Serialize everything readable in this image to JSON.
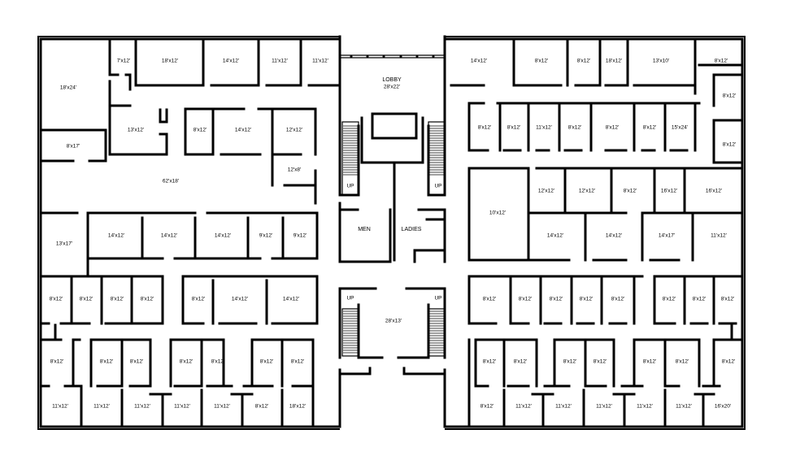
{
  "plan": {
    "lobby": {
      "name": "LOBBY",
      "size": "28'x22'"
    },
    "men": "MEN",
    "ladies": "LADIES",
    "up": "UP",
    "rooms": [
      {
        "id": "r1",
        "label": "18'x24'"
      },
      {
        "id": "r2",
        "label": "7'x12'"
      },
      {
        "id": "r3",
        "label": "18'x12'"
      },
      {
        "id": "r4",
        "label": "14'x12'"
      },
      {
        "id": "r5",
        "label": "11'x12'"
      },
      {
        "id": "r6",
        "label": "11'x12'"
      },
      {
        "id": "r7",
        "label": "13'x12'"
      },
      {
        "id": "r8",
        "label": "8'x17'"
      },
      {
        "id": "r9",
        "label": "8'x12'"
      },
      {
        "id": "r10",
        "label": "14'x12'"
      },
      {
        "id": "r11",
        "label": "12'x12'"
      },
      {
        "id": "r12",
        "label": "12'x8'"
      },
      {
        "id": "r13",
        "label": "62'x18'"
      },
      {
        "id": "r14",
        "label": "13'x17'"
      },
      {
        "id": "r15",
        "label": "14'x12'"
      },
      {
        "id": "r16",
        "label": "14'x12'"
      },
      {
        "id": "r17",
        "label": "14'x12'"
      },
      {
        "id": "r18",
        "label": "9'x12'"
      },
      {
        "id": "r19",
        "label": "9'x12'"
      },
      {
        "id": "r20",
        "label": "8'x12'"
      },
      {
        "id": "r21",
        "label": "8'x12'"
      },
      {
        "id": "r22",
        "label": "8'x12'"
      },
      {
        "id": "r23",
        "label": "8'x12'"
      },
      {
        "id": "r24",
        "label": "8'x12'"
      },
      {
        "id": "r25",
        "label": "14'x12'"
      },
      {
        "id": "r26",
        "label": "14'x12'"
      },
      {
        "id": "r27",
        "label": "8'x12'"
      },
      {
        "id": "r28",
        "label": "8'x12'"
      },
      {
        "id": "r29",
        "label": "8'x12'"
      },
      {
        "id": "r30",
        "label": "8'x12'"
      },
      {
        "id": "r31",
        "label": "8'x12'"
      },
      {
        "id": "r32",
        "label": "8'x12'"
      },
      {
        "id": "r33",
        "label": "8'x12'"
      },
      {
        "id": "r34",
        "label": "11'x12'"
      },
      {
        "id": "r35",
        "label": "11'x12'"
      },
      {
        "id": "r36",
        "label": "11'x12'"
      },
      {
        "id": "r37",
        "label": "11'x12'"
      },
      {
        "id": "r38",
        "label": "11'x12'"
      },
      {
        "id": "r39",
        "label": "8'x12'"
      },
      {
        "id": "r40",
        "label": "18'x12'"
      },
      {
        "id": "r41",
        "label": "14'x12'"
      },
      {
        "id": "r42",
        "label": "8'x12'"
      },
      {
        "id": "r43",
        "label": "8'x12'"
      },
      {
        "id": "r44",
        "label": "18'x12'"
      },
      {
        "id": "r45",
        "label": "13'x10'"
      },
      {
        "id": "r46",
        "label": "8'x12'"
      },
      {
        "id": "r47",
        "label": "8'x12'"
      },
      {
        "id": "r48",
        "label": "8'x12'"
      },
      {
        "id": "r49",
        "label": "8'x12'"
      },
      {
        "id": "r50",
        "label": "8'x12'"
      },
      {
        "id": "r51",
        "label": "11'x12'"
      },
      {
        "id": "r52",
        "label": "8'x12'"
      },
      {
        "id": "r53",
        "label": "8'x12'"
      },
      {
        "id": "r54",
        "label": "8'x12'"
      },
      {
        "id": "r55",
        "label": "15'x24'"
      },
      {
        "id": "r56",
        "label": "10'x12'"
      },
      {
        "id": "r57",
        "label": "12'x12'"
      },
      {
        "id": "r58",
        "label": "12'x12'"
      },
      {
        "id": "r59",
        "label": "8'x12'"
      },
      {
        "id": "r60",
        "label": "16'x12'"
      },
      {
        "id": "r61",
        "label": "16'x12'"
      },
      {
        "id": "r62",
        "label": "14'x12'"
      },
      {
        "id": "r63",
        "label": "14'x12'"
      },
      {
        "id": "r64",
        "label": "14'x17'"
      },
      {
        "id": "r65",
        "label": "11'x12'"
      },
      {
        "id": "r66",
        "label": "8'x12'"
      },
      {
        "id": "r67",
        "label": "8'x12'"
      },
      {
        "id": "r68",
        "label": "8'x12'"
      },
      {
        "id": "r69",
        "label": "8'x12'"
      },
      {
        "id": "r70",
        "label": "8'x12'"
      },
      {
        "id": "r71",
        "label": "8'x12'"
      },
      {
        "id": "r72",
        "label": "8'x12'"
      },
      {
        "id": "r73",
        "label": "8'x12'"
      },
      {
        "id": "r74",
        "label": "8'x12'"
      },
      {
        "id": "r75",
        "label": "8'x12'"
      },
      {
        "id": "r76",
        "label": "8'x12'"
      },
      {
        "id": "r77",
        "label": "8'x12'"
      },
      {
        "id": "r78",
        "label": "8'x12'"
      },
      {
        "id": "r79",
        "label": "8'x12'"
      },
      {
        "id": "r80",
        "label": "8'x12'"
      },
      {
        "id": "r81",
        "label": "8'x12'"
      },
      {
        "id": "r82",
        "label": "11'x12'"
      },
      {
        "id": "r83",
        "label": "11'x12'"
      },
      {
        "id": "r84",
        "label": "11'x12'"
      },
      {
        "id": "r85",
        "label": "11'x12'"
      },
      {
        "id": "r86",
        "label": "11'x12'"
      },
      {
        "id": "r87",
        "label": "16'x20'"
      },
      {
        "id": "r88",
        "label": "28'x13'"
      }
    ]
  }
}
